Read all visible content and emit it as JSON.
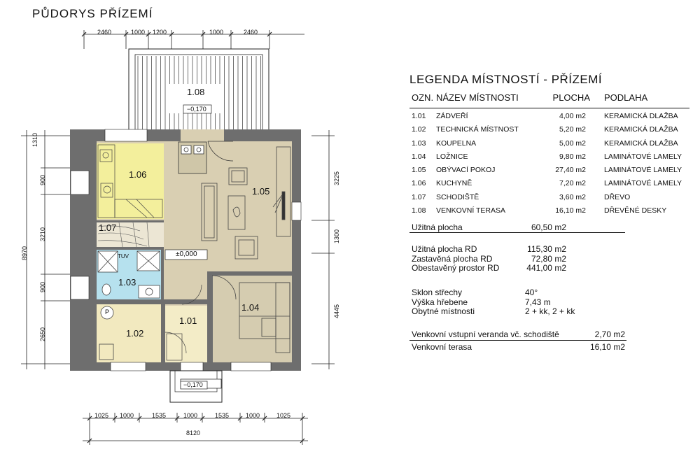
{
  "title": "PŮDORYS  PŘÍZEMÍ",
  "dims_top": [
    "2460",
    "1000",
    "1200",
    "1000",
    "2460"
  ],
  "dims_bottom": [
    "1025",
    "1000",
    "1535",
    "1000",
    "1535",
    "1000",
    "1025"
  ],
  "dim_total_bottom": "8120",
  "dims_left": [
    "1310",
    "900",
    "3210",
    "900",
    "2650"
  ],
  "dim_total_left": "8970",
  "dims_right": [
    "3225",
    "1300",
    "4445"
  ],
  "level_terrace": "−0,170",
  "level_entry": "−0,170",
  "level_floor": "±0,000",
  "room_labels": {
    "r108": "1.08",
    "r106": "1.06",
    "r105": "1.05",
    "r107": "1.07",
    "r103": "1.03",
    "r104": "1.04",
    "r102": "1.02",
    "r101": "1.01"
  },
  "fixture_labels": {
    "stove": "P",
    "boiler": "TUV"
  },
  "legend": {
    "title": "LEGENDA MÍSTNOSTÍ  -  PŘÍZEMÍ",
    "headers": {
      "num": "OZN.",
      "name": "NÁZEV MÍSTNOSTI",
      "area": "PLOCHA",
      "floor": "PODLAHA"
    },
    "rows": [
      {
        "num": "1.01",
        "name": "ZÁDVEŘÍ",
        "area": "4,00 m2",
        "floor": "KERAMICKÁ DLAŽBA"
      },
      {
        "num": "1.02",
        "name": "TECHNICKÁ MÍSTNOST",
        "area": "5,20 m2",
        "floor": "KERAMICKÁ DLAŽBA"
      },
      {
        "num": "1.03",
        "name": "KOUPELNA",
        "area": "5,00 m2",
        "floor": "KERAMICKÁ DLAŽBA"
      },
      {
        "num": "1.04",
        "name": "LOŽNICE",
        "area": "9,80 m2",
        "floor": "LAMINÁTOVÉ LAMELY"
      },
      {
        "num": "1.05",
        "name": "OBÝVACÍ POKOJ",
        "area": "27,40 m2",
        "floor": "LAMINÁTOVÉ LAMELY"
      },
      {
        "num": "1.06",
        "name": "KUCHYNĚ",
        "area": "7,20 m2",
        "floor": "LAMINÁTOVÉ LAMELY"
      },
      {
        "num": "1.07",
        "name": "SCHODIŠTĚ",
        "area": "3,60 m2",
        "floor": "DŘEVO"
      },
      {
        "num": "1.08",
        "name": "VENKOVNÍ TERASA",
        "area": "16,10 m2",
        "floor": "DŘEVĚNÉ DESKY"
      }
    ]
  },
  "summary": {
    "usable": {
      "label": "Užitná plocha",
      "value": "60,50 m2"
    },
    "rd": [
      {
        "label": "Užitná plocha RD",
        "value": "115,30 m2"
      },
      {
        "label": "Zastavěná plocha RD",
        "value": "72,80 m2"
      },
      {
        "label": "Obestavěný prostor RD",
        "value": "441,00 m2"
      }
    ],
    "params": [
      {
        "label": "Sklon střechy",
        "value": "40°"
      },
      {
        "label": "Výška hřebene",
        "value": "7,43 m"
      },
      {
        "label": "Obytné místnosti",
        "value": "2 + kk, 2 + kk"
      }
    ],
    "veranda": {
      "label": "Venkovní vstupní veranda vč. schodiště",
      "value": "2,70 m2"
    },
    "terrace": {
      "label": "Venkovní terasa",
      "value": "16,10 m2"
    }
  },
  "colors": {
    "wall": "#6e6e6e",
    "living": "#d9cfb2",
    "kitchen": "#f3ef9c",
    "tech": "#f2e9bf",
    "bath": "#b6e1ee",
    "stairs": "#ece6d4",
    "line": "#222222"
  }
}
